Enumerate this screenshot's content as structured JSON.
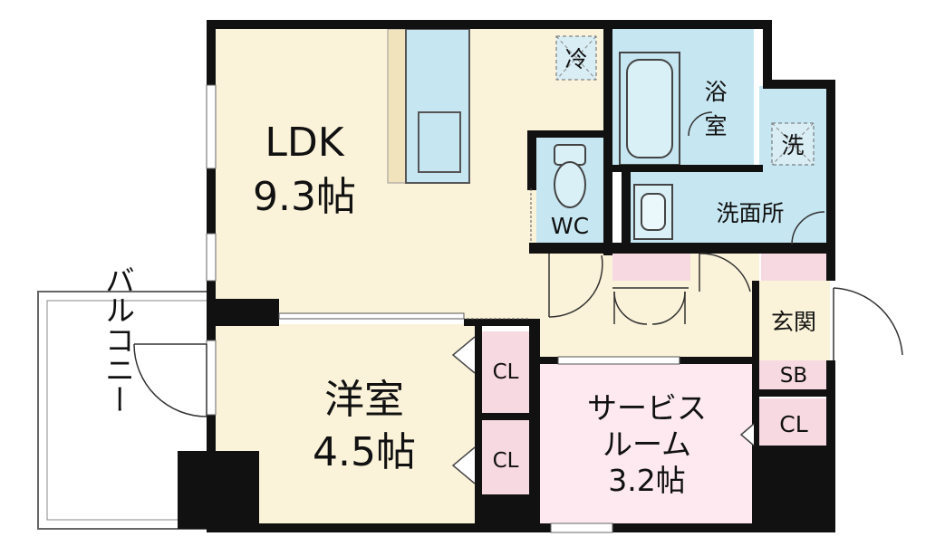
{
  "floor_plan": {
    "rooms": {
      "ldk": {
        "name": "LDK",
        "size": "9.3帖"
      },
      "western_room": {
        "name": "洋室",
        "size": "4.5帖"
      },
      "service_room": {
        "line1": "サービス",
        "line2": "ルーム",
        "size": "3.2帖"
      },
      "bathroom": {
        "line1": "浴",
        "line2": "室"
      },
      "toilet": {
        "name": "WC"
      },
      "washroom": {
        "name": "洗面所"
      },
      "laundry": {
        "name": "洗"
      },
      "fridge": {
        "name": "冷"
      },
      "entrance": {
        "name": "玄関"
      },
      "shoe_box": {
        "name": "SB"
      },
      "closet_1": {
        "name": "CL"
      },
      "closet_2": {
        "name": "CL"
      },
      "closet_3": {
        "name": "CL"
      },
      "balcony": {
        "name": "バルコニー"
      }
    },
    "colors": {
      "ldk_floor": "#fbf3d9",
      "room_floor": "#fbf3d9",
      "service_floor": "#fde9ef",
      "wet_area": "#c6e6f1",
      "storage": "#f7d9e1",
      "wall": "#111111"
    }
  }
}
